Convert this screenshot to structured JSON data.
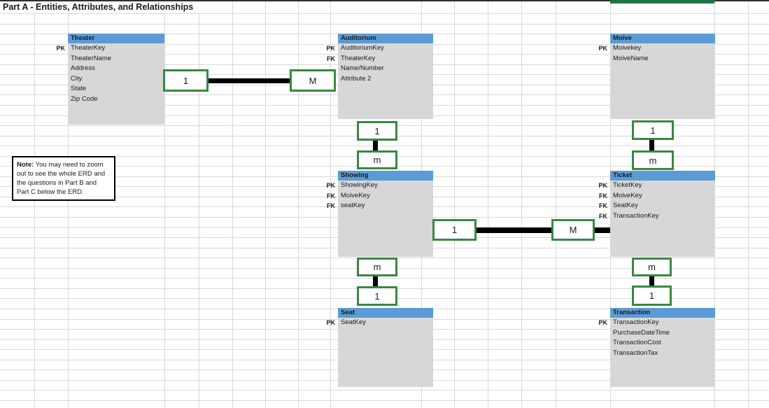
{
  "page": {
    "title": "Part A - Entities, Attributes, and Relationships"
  },
  "note": {
    "label": "Note:",
    "text": " You may need to zoom out to see the whole ERD and the questions in Part B and Part C below the ERD."
  },
  "colors": {
    "entity_header_blue": "#5B9BD5",
    "entity_body_gray": "#D7D7D7",
    "connector_green": "#3A8741",
    "relationship_line_black": "#000000",
    "top_accent_green": "#217346",
    "gridline_gray": "#D9D9D9"
  },
  "entities": [
    {
      "id": "theater",
      "name": "Theater",
      "attributes": [
        {
          "key": "PK",
          "name": "TheaterKey"
        },
        {
          "key": "",
          "name": "TheaterName"
        },
        {
          "key": "",
          "name": "Address"
        },
        {
          "key": "",
          "name": "City"
        },
        {
          "key": "",
          "name": "State"
        },
        {
          "key": "",
          "name": "Zip Code"
        }
      ]
    },
    {
      "id": "auditorium",
      "name": "Auditorium",
      "attributes": [
        {
          "key": "PK",
          "name": "AuditoriumKey"
        },
        {
          "key": "FK",
          "name": "TheaterKey"
        },
        {
          "key": "",
          "name": "Name/Number"
        },
        {
          "key": "",
          "name": "Attribute 2"
        }
      ]
    },
    {
      "id": "moive",
      "name": "Moive",
      "attributes": [
        {
          "key": "PK",
          "name": "Moivekey"
        },
        {
          "key": "",
          "name": "MoiveName"
        }
      ]
    },
    {
      "id": "showing",
      "name": "Showing",
      "attributes": [
        {
          "key": "PK",
          "name": "ShowingKey"
        },
        {
          "key": "FK",
          "name": "MoiveKey"
        },
        {
          "key": "FK",
          "name": "seatKey"
        }
      ]
    },
    {
      "id": "ticket",
      "name": "Ticket",
      "attributes": [
        {
          "key": "PK",
          "name": "TicketKey"
        },
        {
          "key": "FK",
          "name": "MoiveKey"
        },
        {
          "key": "FK",
          "name": "SeatKey"
        },
        {
          "key": "FK",
          "name": "TransactionKey"
        }
      ]
    },
    {
      "id": "seat",
      "name": "Seat",
      "attributes": [
        {
          "key": "PK",
          "name": "SeatKey"
        }
      ]
    },
    {
      "id": "transaction",
      "name": "Transaction",
      "attributes": [
        {
          "key": "PK",
          "name": "TransactionKey"
        },
        {
          "key": "",
          "name": "PurchaseDateTime"
        },
        {
          "key": "",
          "name": "TransactionCost"
        },
        {
          "key": "",
          "name": "TransactionTax"
        }
      ]
    }
  ],
  "connectors": [
    {
      "id": "theater-auditorium",
      "from_label": "1",
      "to_label": "M"
    },
    {
      "id": "auditorium-showing",
      "from_label": "1",
      "to_label": "m"
    },
    {
      "id": "moive-ticket",
      "from_label": "1",
      "to_label": "m"
    },
    {
      "id": "showing-ticket",
      "from_label": "1",
      "to_label": "M"
    },
    {
      "id": "showing-seat",
      "from_label": "m",
      "to_label": "1"
    },
    {
      "id": "ticket-transaction",
      "from_label": "m",
      "to_label": "1"
    }
  ]
}
